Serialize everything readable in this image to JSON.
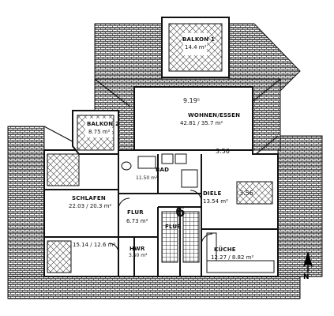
{
  "rooms": {
    "balkon1": {
      "label": "BALKON 1",
      "area": "14.4 m²"
    },
    "balkon2": {
      "label": "BALKON 2",
      "area": "8.75 m²"
    },
    "wohnen": {
      "label": "WOHNEN/ESSEN",
      "area": "42.81 / 35.7 m²"
    },
    "schlafen": {
      "label": "SCHLAFEN",
      "area": "22.03 / 20.3 m²"
    },
    "flur1": {
      "label": "FLUR",
      "area": "6.73 m²"
    },
    "flur2": {
      "label": "FLUR"
    },
    "bad": {
      "label": "BAD"
    },
    "bad_area": "11.50 m²",
    "diele": {
      "label": "DIELE",
      "area": "13.54 m²"
    },
    "zimmer": {
      "area": "15.14 / 12.6 m²"
    },
    "hwr": {
      "label": "HWR",
      "area": "3.50 m²"
    },
    "kueche": {
      "label": "KÜCHE",
      "area": "12.27 / 8.82 m²"
    }
  },
  "dimensions": {
    "d1": "9.19⁵",
    "d2": "3.56",
    "d3": "3.56"
  },
  "stair_number": "6",
  "north_arrow": "N",
  "colors": {
    "line": "#111111",
    "roof_hatch": "#444444",
    "paper": "#ffffff"
  }
}
